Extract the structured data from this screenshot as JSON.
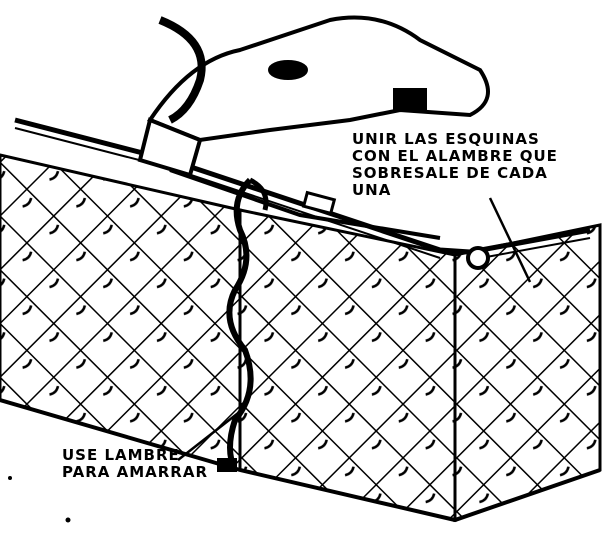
{
  "labels": {
    "corners": {
      "lines": [
        "UNIR LAS ESQUINAS",
        "CON EL ALAMBRE QUE",
        "SOBRESALE DE CADA",
        "UNA"
      ]
    },
    "tie": {
      "lines": [
        "USE LAMBRE",
        "PARA AMARRAR"
      ]
    }
  },
  "colors": {
    "ink": "#000000",
    "paper": "#ffffff"
  }
}
